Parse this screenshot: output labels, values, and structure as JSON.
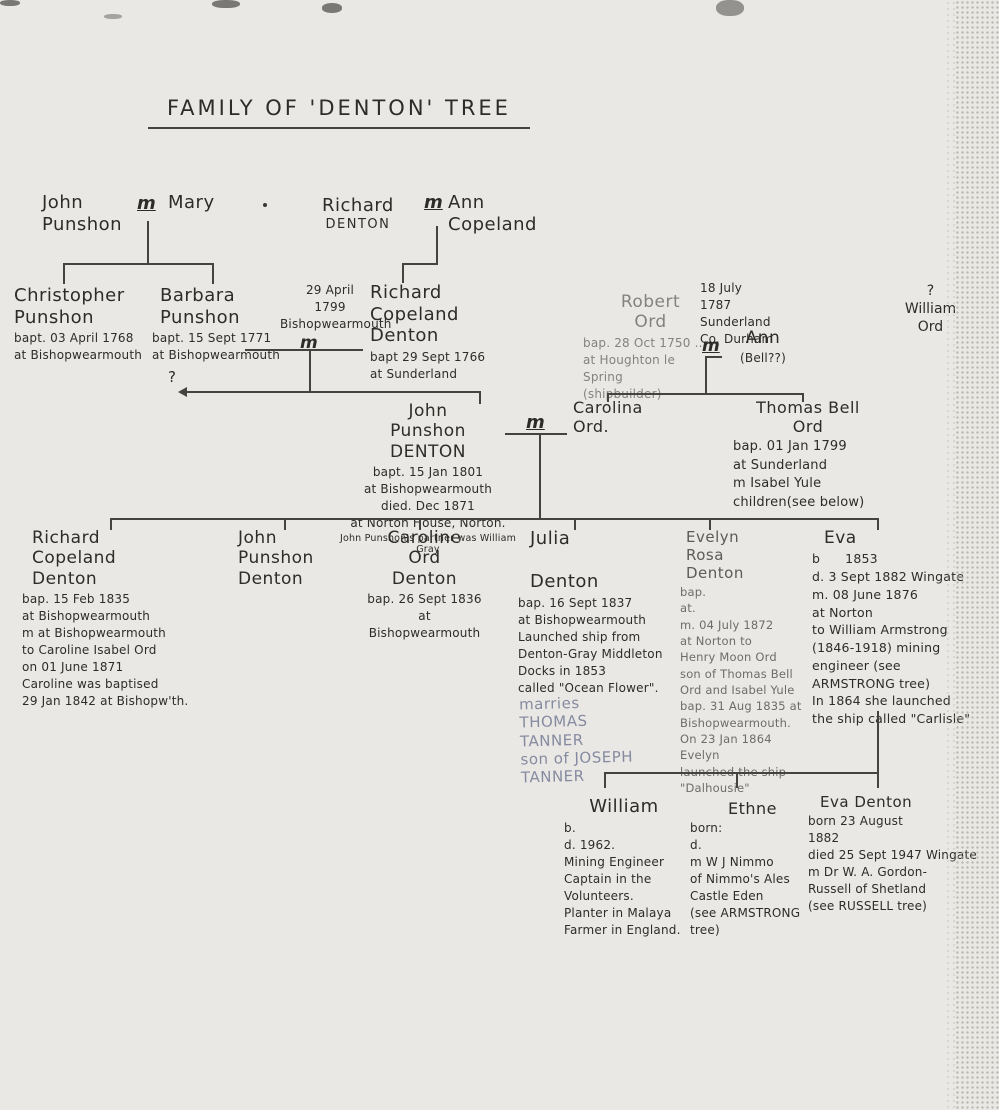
{
  "title": "FAMILY OF 'DENTON' TREE",
  "marks": {
    "m": "m",
    "question": "?"
  },
  "gen1": {
    "john_punshon": {
      "name": "John\nPunshon"
    },
    "mary": {
      "name": "Mary"
    },
    "richard_denton": {
      "name": "Richard",
      "surname": "DENTON"
    },
    "ann_copeland": {
      "name": "Ann\nCopeland"
    }
  },
  "gen2": {
    "christopher_punshon": {
      "name": "Christopher\nPunshon",
      "details": "bapt. 03 April 1768\nat Bishopwearmouth"
    },
    "barbara_punshon": {
      "name": "Barbara\nPunshon",
      "details": "bapt. 15 Sept 1771\nat Bishopwearmouth"
    },
    "marriage_note": "29 April\n1799\nBishopwearmouth",
    "richard_copeland_denton": {
      "name": "Richard\nCopeland\nDenton",
      "details": "bapt 29 Sept 1766\nat Sunderland"
    },
    "robert_ord": {
      "name": "Robert\nOrd",
      "details": "bap. 28 Oct 1750 ..\nat Houghton le Spring\n(shipbuilder)"
    },
    "marriage_note_right": "18 July\n1787\nSunderland\nCo. Durham",
    "ann_bell": {
      "name": "Ann",
      "details": "(Bell??)"
    },
    "william_ord": {
      "name": "?\nWilliam\nOrd"
    }
  },
  "gen3": {
    "john_punshon_denton": {
      "name": "John\nPunshon\nDENTON",
      "details": "bapt. 15 Jan 1801\nat Bishopwearmouth\ndied. Dec 1871\nat Norton House, Norton.",
      "footnote": "John Punshon's partner was William Gray"
    },
    "carolina_ord": {
      "name": "Carolina\nOrd."
    },
    "thomas_bell_ord": {
      "name": "Thomas Bell\nOrd",
      "details": "bap. 01 Jan 1799\nat Sunderland\nm Isabel Yule\nchildren(see below)"
    }
  },
  "gen4": {
    "richard_copeland_denton": {
      "name": "Richard\nCopeland\nDenton",
      "details": "bap. 15 Feb 1835\nat Bishopwearmouth\nm at Bishopwearmouth\nto Caroline Isabel Ord\non 01 June 1871\nCaroline was baptised\n29 Jan 1842 at Bishopw'th."
    },
    "john_punshon_denton": {
      "name": "John\nPunshon\nDenton"
    },
    "caroline_ord_denton": {
      "name": "Caroline\nOrd\nDenton",
      "details": "bap. 26 Sept 1836\nat Bishopwearmouth"
    },
    "julia_denton": {
      "name": "Julia\n\nDenton",
      "details": "bap. 16 Sept 1837\nat Bishopwearmouth\nLaunched ship from\nDenton-Gray Middleton\nDocks in 1853\ncalled \"Ocean Flower\".",
      "pencil_note": "marries\nTHOMAS\nTANNER\nson of JOSEPH\nTANNER"
    },
    "evelyn_rosa_denton": {
      "name": "Evelyn\nRosa\nDenton",
      "details": "bap.\nat.\nm. 04 July 1872\nat Norton to\nHenry Moon Ord\nson of Thomas Bell\nOrd and Isabel Yule\nbap. 31 Aug 1835 at\nBishopwearmouth.\nOn 23 Jan 1864 Evelyn\nlaunched the ship\n\"Dalhousie\""
    },
    "eva": {
      "name": "Eva",
      "details": "b      1853\nd. 3 Sept 1882 Wingate\nm. 08 June 1876\nat Norton\nto William Armstrong\n(1846-1918) mining\nengineer (see ARMSTRONG tree)\nIn 1864 she launched\nthe ship called \"Carlisle\""
    }
  },
  "gen5": {
    "william": {
      "name": "William",
      "details": "b.\nd. 1962.\nMining Engineer\nCaptain in the\nVolunteers.\nPlanter in Malaya\nFarmer in England."
    },
    "ethne": {
      "name": "Ethne",
      "details": "born:\nd.\nm W J Nimmo\nof Nimmo's Ales\nCastle Eden\n(see ARMSTRONG tree)"
    },
    "eva_denton": {
      "name": "Eva Denton",
      "details": "born 23 August\n1882\ndied 25 Sept 1947 Wingate\nm Dr W. A. Gordon-\nRussell of Shetland\n(see RUSSELL tree)"
    }
  },
  "colors": {
    "paper": "#eae8e4",
    "ink": "#2e2c29",
    "line": "#444340",
    "gray_ink": "#84827e",
    "pencil": "#858aa0"
  }
}
